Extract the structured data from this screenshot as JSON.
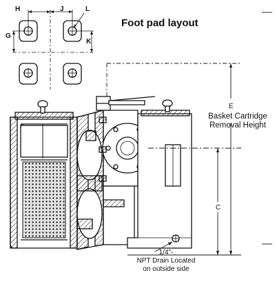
{
  "figure": {
    "title": "Foot pad layout",
    "dimension_letters": [
      "H",
      "J",
      "L",
      "G",
      "K"
    ],
    "elevation_letters": [
      "E",
      "C"
    ],
    "basket_label": "Basket Cartridge Removal Height",
    "drain_label": "1/4\"-\nNPT Drain Located\non outside side"
  },
  "labels": {
    "h": "H",
    "j": "J",
    "l": "L",
    "g": "G",
    "k": "K",
    "e": "E",
    "c": "C",
    "basket_line1": "Basket Cartridge",
    "basket_line2": "Removal Height",
    "drain_line1": "1/4\"-",
    "drain_line2": "NPT Drain Located",
    "drain_line3": "on outside side"
  },
  "colors": {
    "ink": "#111111",
    "background": "#ffffff",
    "screen_fill": "#dcdcdc"
  }
}
